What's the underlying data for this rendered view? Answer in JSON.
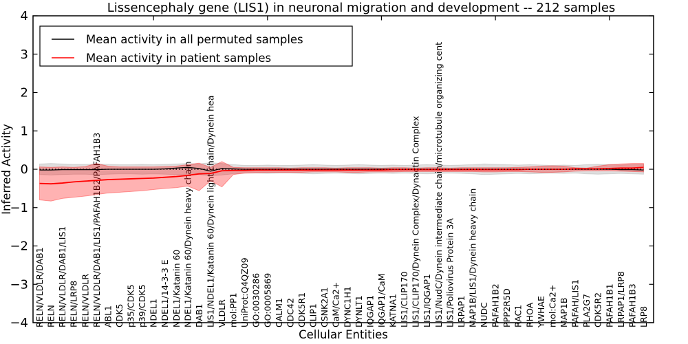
{
  "figure": {
    "title": "Lissencephaly gene (LIS1) in neuronal migration and development -- 212 samples",
    "xlabel": "Cellular Entities",
    "ylabel": "Inferred Activity"
  },
  "legend": {
    "items": [
      {
        "label": "Mean activity in all permuted samples",
        "color": "#000000"
      },
      {
        "label": "Mean activity in patient samples",
        "color": "#ff0000"
      }
    ]
  },
  "chart_data": {
    "type": "line",
    "title": "Lissencephaly gene (LIS1) in neuronal migration and development -- 212 samples",
    "xlabel": "Cellular Entities",
    "ylabel": "Inferred Activity",
    "ylim": [
      -4,
      4
    ],
    "yticks": [
      4,
      3,
      2,
      1,
      0,
      -1,
      -2,
      -3,
      -4
    ],
    "ytick_labels": [
      "4",
      "3",
      "2",
      "1",
      "0",
      "−1",
      "−2",
      "−3",
      "−4"
    ],
    "grid": false,
    "legend_position": "upper left",
    "top_axis_tick_indices": [
      10,
      20,
      30,
      40,
      50
    ],
    "categories": [
      "RELN/VLDLR/DAB1",
      "RELN",
      "RELN/VLDLR/DAB1/LIS1",
      "RELN/LRP8",
      "RELN/VLDLR",
      "RELN/VLDLR/DAB1/LIS1/PAFAH1B2/PAFAH1B3",
      "ABL1",
      "CDK5",
      "p35/CDK5",
      "p39/CDK5",
      "NDEL1",
      "NDEL1/14-3-3 E",
      "NDEL1/Katanin 60",
      "NDEL1/Katanin 60/Dynein heavy chain",
      "DAB1",
      "LIS1/NDEL1/Katanin 60/Dynein light chain/Dynein hea",
      "VLDLR",
      "mol:PP1",
      "UniProt:Q4QZ09",
      "GO:0030286",
      "GO:0005869",
      "CALM1",
      "CDC42",
      "CDK5R1",
      "CLIP1",
      "CSNK2A1",
      "CaM/Ca2+",
      "DYNC1H1",
      "DYNLT1",
      "IQGAP1",
      "IQGAP1/CaM",
      "KATNA1",
      "LIS1/CLIP170",
      "LIS1/CLIP170/Dynein Complex/Dynactin Complex",
      "LIS1/IQGAP1",
      "LIS1/NudC/Dynein intermediate chain/microtubule organizing cent",
      "LIS1/Poliovirus Protein 3A",
      "LRPAP1",
      "MAP1B/LIS1/Dynein heavy chain",
      "NUDC",
      "PAFAH1B2",
      "PPP2R5D",
      "RAC1",
      "RHOA",
      "YWHAE",
      "mol:Ca2+",
      "MAP1B",
      "PAFAH/LIS1",
      "PLA2G7",
      "CDK5R2",
      "PAFAH1B1",
      "LRPAP1/LRP8",
      "PAFAH1B3",
      "LRP8"
    ],
    "series": [
      {
        "name": "Mean activity in all permuted samples",
        "color": "#000000",
        "values": [
          -0.02,
          -0.02,
          -0.01,
          -0.01,
          -0.01,
          -0.01,
          0,
          0,
          0,
          0,
          0,
          0.01,
          0.03,
          0.05,
          0.02,
          -0.05,
          0.02,
          0.01,
          0,
          0,
          0,
          0,
          0,
          0,
          0,
          0,
          0,
          0,
          0,
          0,
          0,
          0,
          0,
          0,
          0,
          0,
          0,
          0,
          0,
          0,
          0,
          0,
          0,
          0,
          0,
          0,
          0,
          0,
          0,
          0,
          0,
          -0.01,
          -0.01,
          -0.02
        ]
      },
      {
        "name": "Mean activity in patient samples",
        "color": "#ff0000",
        "values": [
          -0.37,
          -0.38,
          -0.36,
          -0.33,
          -0.31,
          -0.29,
          -0.27,
          -0.26,
          -0.25,
          -0.24,
          -0.23,
          -0.21,
          -0.19,
          -0.16,
          -0.12,
          -0.11,
          -0.04,
          -0.03,
          -0.03,
          -0.02,
          -0.02,
          -0.02,
          -0.02,
          -0.02,
          -0.02,
          -0.02,
          -0.02,
          -0.02,
          -0.02,
          -0.02,
          -0.02,
          -0.01,
          -0.01,
          -0.01,
          -0.01,
          -0.01,
          -0.01,
          -0.01,
          -0.01,
          -0.01,
          -0.01,
          -0.01,
          -0.01,
          0,
          0,
          0,
          0,
          0.01,
          0.01,
          0.01,
          0.02,
          0.03,
          0.03,
          0.05
        ]
      }
    ],
    "bands": [
      {
        "name": "permuted-samples-range",
        "fill": "rgba(110,110,110,0.22)",
        "stroke": "rgba(0,0,0,0.12)",
        "upper": [
          0.14,
          0.15,
          0.14,
          0.13,
          0.13,
          0.14,
          0.13,
          0.12,
          0.12,
          0.13,
          0.12,
          0.13,
          0.14,
          0.15,
          0.14,
          0.17,
          0.15,
          0.12,
          0.1,
          0.1,
          0.11,
          0.1,
          0.1,
          0.11,
          0.12,
          0.11,
          0.1,
          0.11,
          0.12,
          0.11,
          0.1,
          0.11,
          0.1,
          0.11,
          0.12,
          0.11,
          0.1,
          0.11,
          0.12,
          0.14,
          0.13,
          0.12,
          0.11,
          0.12,
          0.11,
          0.1,
          0.11,
          0.1,
          0.12,
          0.13,
          0.12,
          0.11,
          0.12,
          0.13
        ],
        "lower": [
          -0.14,
          -0.15,
          -0.14,
          -0.13,
          -0.13,
          -0.14,
          -0.13,
          -0.12,
          -0.12,
          -0.13,
          -0.12,
          -0.13,
          -0.14,
          -0.15,
          -0.14,
          -0.17,
          -0.15,
          -0.12,
          -0.1,
          -0.1,
          -0.11,
          -0.1,
          -0.1,
          -0.11,
          -0.12,
          -0.11,
          -0.1,
          -0.11,
          -0.12,
          -0.11,
          -0.1,
          -0.11,
          -0.1,
          -0.11,
          -0.12,
          -0.11,
          -0.1,
          -0.11,
          -0.12,
          -0.14,
          -0.13,
          -0.12,
          -0.11,
          -0.12,
          -0.11,
          -0.1,
          -0.11,
          -0.1,
          -0.12,
          -0.13,
          -0.12,
          -0.11,
          -0.12,
          -0.13
        ]
      },
      {
        "name": "patient-samples-range",
        "fill": "rgba(255,0,0,0.30)",
        "stroke": "rgba(255,0,0,0.35)",
        "upper": [
          0.06,
          0.05,
          0.06,
          0.05,
          0.07,
          0.15,
          0.08,
          0.06,
          0.06,
          0.06,
          0.06,
          0.07,
          0.08,
          0.12,
          0.16,
          0.05,
          0.2,
          0.05,
          0.04,
          0.04,
          0.04,
          0.04,
          0.03,
          0.04,
          0.04,
          0.04,
          0.03,
          0.04,
          0.04,
          0.04,
          0.03,
          0.04,
          0.04,
          0.03,
          0.04,
          0.04,
          0.03,
          0.04,
          0.04,
          0.04,
          0.04,
          0.04,
          0.05,
          0.06,
          0.08,
          0.09,
          0.08,
          0.04,
          0.03,
          0.08,
          0.12,
          0.14,
          0.15,
          0.15
        ],
        "lower": [
          -0.8,
          -0.83,
          -0.76,
          -0.73,
          -0.7,
          -0.66,
          -0.62,
          -0.6,
          -0.58,
          -0.56,
          -0.53,
          -0.5,
          -0.48,
          -0.44,
          -0.56,
          -0.3,
          -0.46,
          -0.14,
          -0.1,
          -0.09,
          -0.08,
          -0.08,
          -0.08,
          -0.08,
          -0.07,
          -0.07,
          -0.07,
          -0.08,
          -0.08,
          -0.07,
          -0.07,
          -0.07,
          -0.06,
          -0.06,
          -0.06,
          -0.06,
          -0.06,
          -0.06,
          -0.06,
          -0.07,
          -0.07,
          -0.06,
          -0.06,
          -0.07,
          -0.08,
          -0.08,
          -0.07,
          -0.05,
          -0.04,
          -0.04,
          -0.04,
          -0.05,
          -0.06,
          -0.07
        ]
      }
    ],
    "zero_line": {
      "y": 0,
      "style": "dotted",
      "color": "#000000"
    }
  }
}
